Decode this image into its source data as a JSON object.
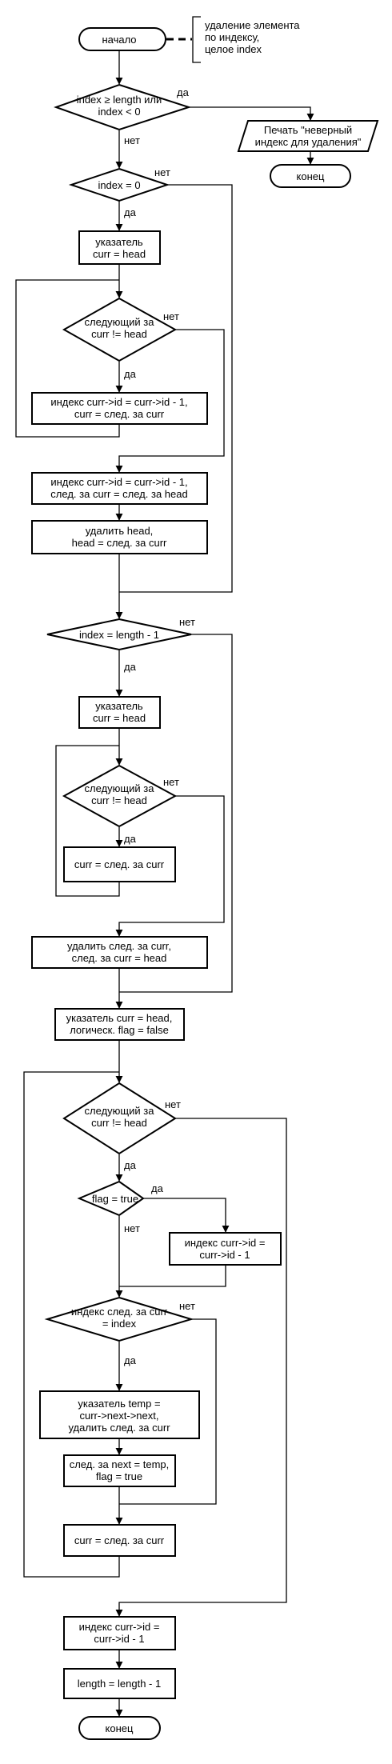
{
  "nodes": {
    "start": "начало",
    "comment": [
      "удаление элемента",
      "по индексу,",
      "целое index"
    ],
    "cond_range": [
      "index ≥ length или",
      "index < 0"
    ],
    "print_error": [
      "Печать \"неверный",
      "индекс для удаления\""
    ],
    "end_error": "конец",
    "cond_zero": "index = 0",
    "ptr_head_1": [
      "указатель",
      "curr = head"
    ],
    "cond_next_1": [
      "следующий за",
      "curr != head"
    ],
    "dec_loop_1": [
      "индекс curr->id = curr->id - 1,",
      "curr = след. за curr"
    ],
    "dec_last_1": [
      "индекс curr->id = curr->id - 1,",
      "след. за curr = след. за head"
    ],
    "delete_head": [
      "удалить head,",
      "head = след. за curr"
    ],
    "cond_last": "index = length - 1",
    "ptr_head_2": [
      "указатель",
      "curr = head"
    ],
    "cond_next_2": [
      "следующий за",
      "curr != head"
    ],
    "advance_2": "curr = след. за curr",
    "delete_next_2": [
      "удалить след. за curr,",
      "след. за curr = head"
    ],
    "ptr_flag": [
      "указатель curr = head,",
      "логическ. flag = false"
    ],
    "cond_next_3": [
      "следующий за",
      "curr != head"
    ],
    "cond_flag": "flag = true",
    "dec_flag": [
      "индекс curr->id =",
      "curr->id - 1"
    ],
    "cond_index": [
      "индекс след. за curr",
      "= index"
    ],
    "temp_delete": [
      "указатель temp =",
      "curr->next->next,",
      "удалить след. за curr"
    ],
    "set_next": [
      "след. за next = temp,",
      "flag = true"
    ],
    "advance_3": "curr = след. за curr",
    "dec_final": [
      "индекс curr->id =",
      "curr->id - 1"
    ],
    "length_dec": "length = length - 1",
    "end": "конец"
  },
  "labels": {
    "yes": "да",
    "no": "нет"
  }
}
